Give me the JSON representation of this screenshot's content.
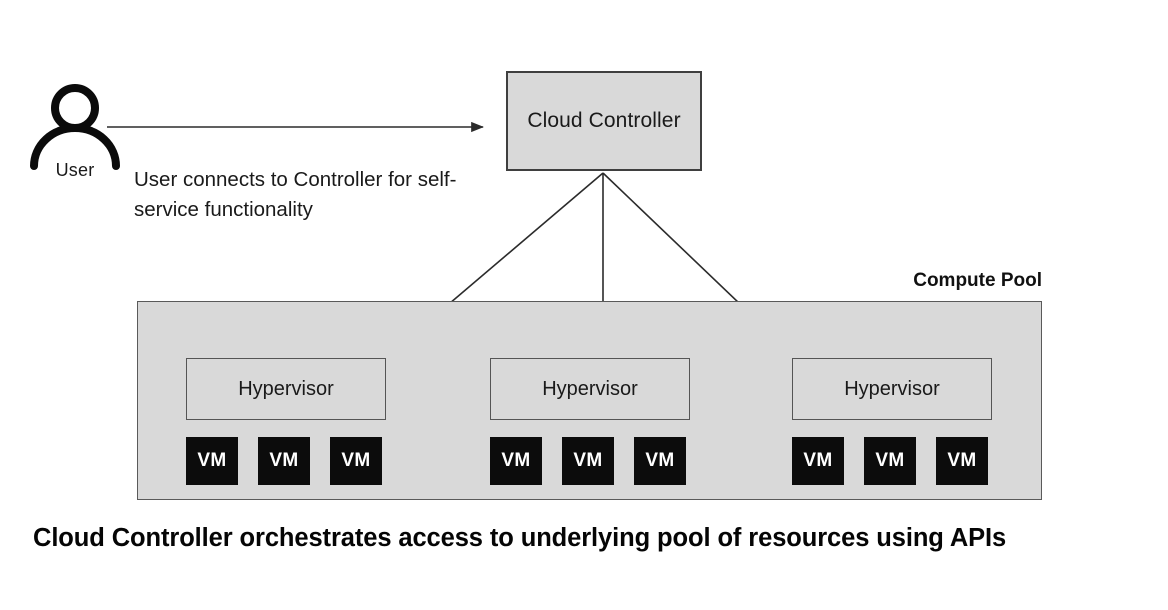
{
  "diagram": {
    "title_caption": "Cloud Controller orchestrates access to underlying pool of resources using APIs",
    "actor": {
      "label": "User",
      "icon": "person-icon"
    },
    "note": "User connects to Controller for self-service functionality",
    "controller": {
      "label": "Cloud Controller",
      "fill": "#d9d9d9",
      "border": "#3f3f3f"
    },
    "pool": {
      "label": "Compute Pool",
      "fill": "#d9d9d9",
      "border": "#5a5a5a"
    },
    "hypervisors": [
      {
        "label": "Hypervisor",
        "vms": [
          "VM",
          "VM",
          "VM"
        ]
      },
      {
        "label": "Hypervisor",
        "vms": [
          "VM",
          "VM",
          "VM"
        ]
      },
      {
        "label": "Hypervisor",
        "vms": [
          "VM",
          "VM",
          "VM"
        ]
      }
    ],
    "colors": {
      "vm_fill": "#0c0c0c",
      "vm_text": "#ffffff",
      "arrow": "#333333",
      "background": "#ffffff"
    },
    "connections": [
      {
        "from": "User",
        "to": "Cloud Controller",
        "style": "arrow"
      },
      {
        "from": "Cloud Controller",
        "to": "Hypervisor 1",
        "style": "arrow"
      },
      {
        "from": "Cloud Controller",
        "to": "Hypervisor 2",
        "style": "arrow"
      },
      {
        "from": "Cloud Controller",
        "to": "Hypervisor 3",
        "style": "arrow"
      }
    ]
  }
}
